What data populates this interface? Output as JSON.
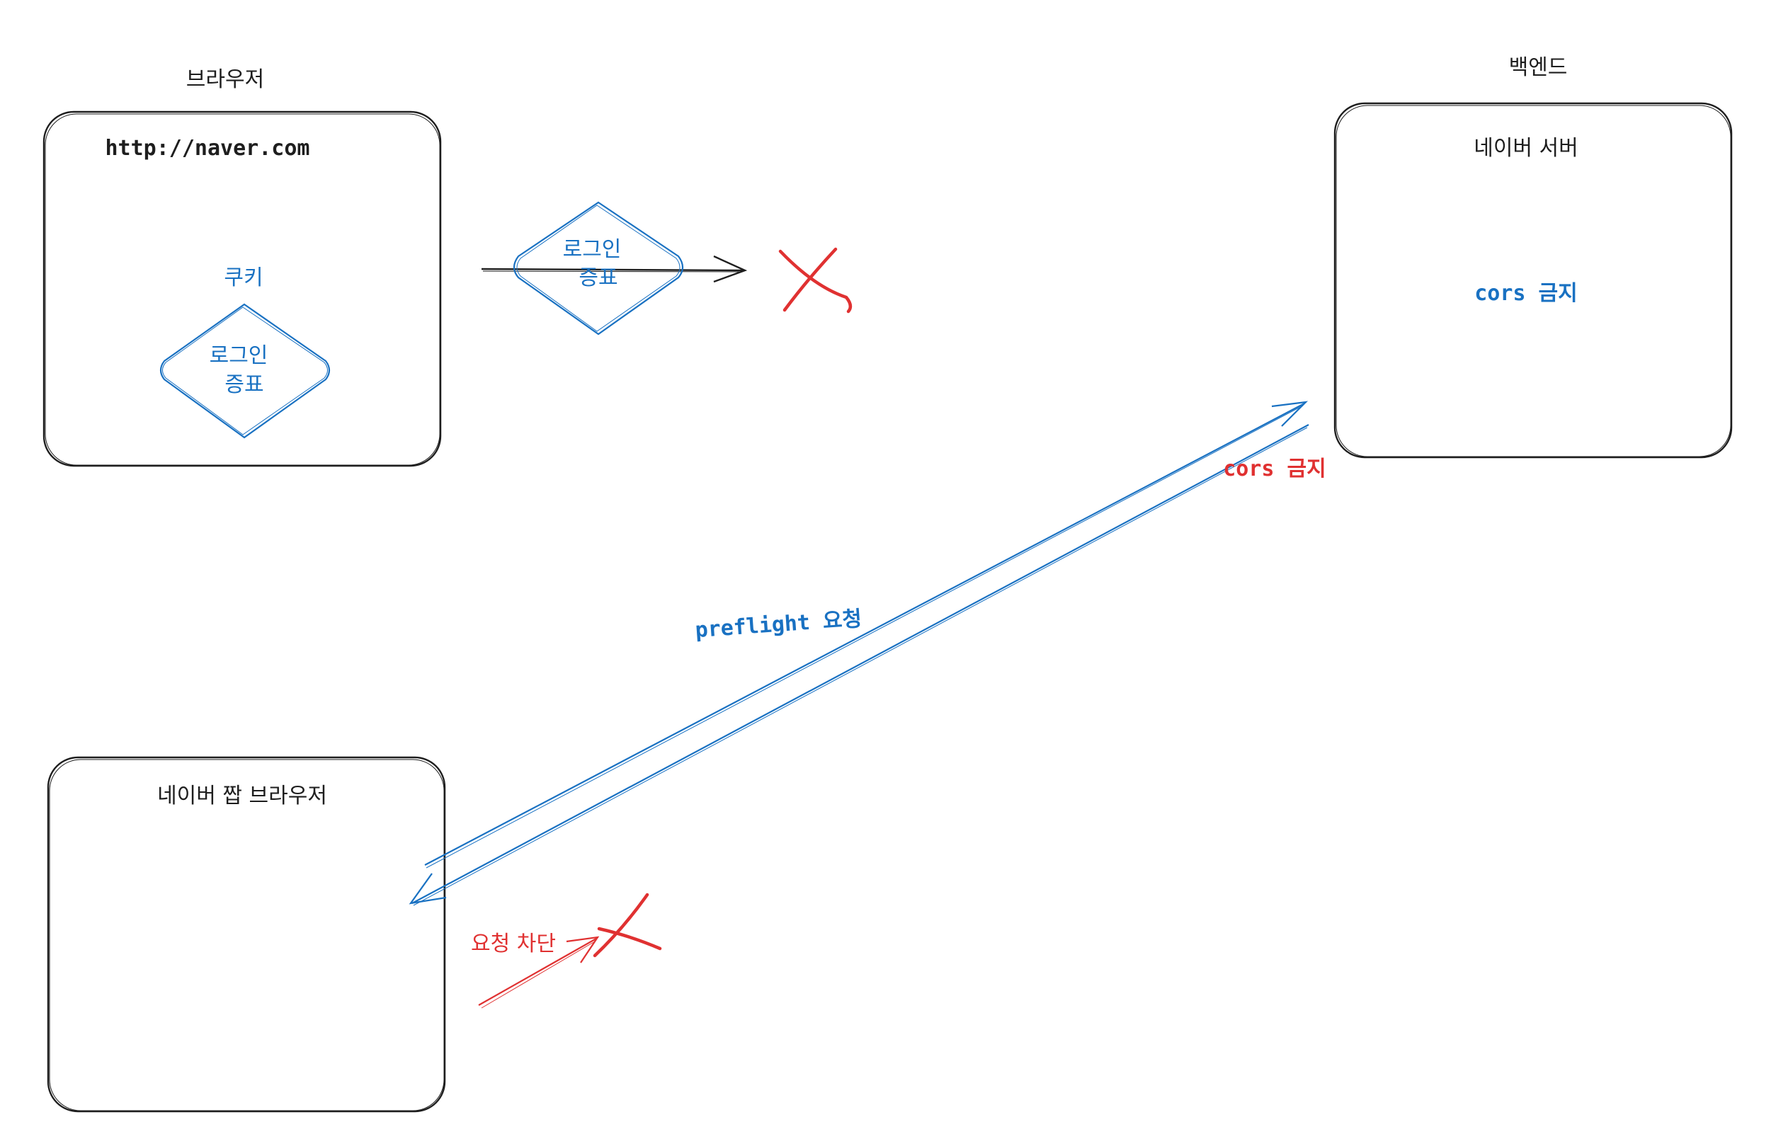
{
  "colors": {
    "ink": "#1e1e1e",
    "blue": "#1971c2",
    "red": "#e03131"
  },
  "browser": {
    "title": "브라우저",
    "url": "http://naver.com",
    "cookie_label": "쿠키",
    "credential_line1": "로그인",
    "credential_line2": "증표"
  },
  "backend": {
    "title": "백엔드",
    "server_name": "네이버 서버",
    "cors_note": "cors 금지"
  },
  "fake_browser": {
    "title": "네이버 짭 브라우저"
  },
  "sent_credential": {
    "line1": "로그인",
    "line2": "증표"
  },
  "arrows": {
    "preflight_label": "preflight 요청",
    "response_label": "cors 금지",
    "blocked_label": "요청 차단"
  }
}
